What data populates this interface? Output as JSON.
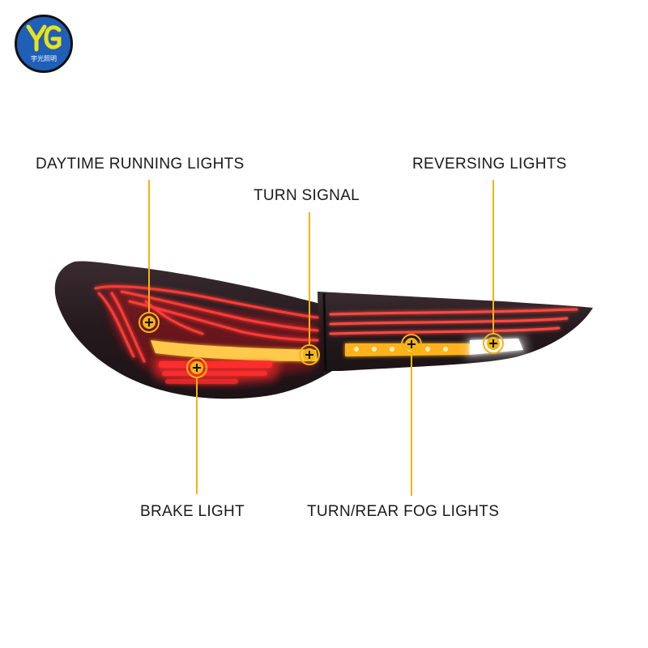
{
  "logo": {
    "initials": "YG",
    "caption": "宇光照明"
  },
  "labels": {
    "daytime_running_lights": "DAYTIME RUNNING LIGHTS",
    "turn_signal": "TURN SIGNAL",
    "reversing_lights": "REVERSING LIGHTS",
    "brake_light": "BRAKE LIGHT",
    "turn_rear_fog_lights": "TURN/REAR FOG LIGHTS"
  },
  "colors": {
    "callout": "#f2b416",
    "housing": "#2a2024",
    "red_led": "#ff3b35",
    "amber_led": "#ffb21e",
    "white_led": "#ffffff",
    "logo_blue": "#1f5fb8",
    "logo_yellow": "#e8e21c"
  }
}
